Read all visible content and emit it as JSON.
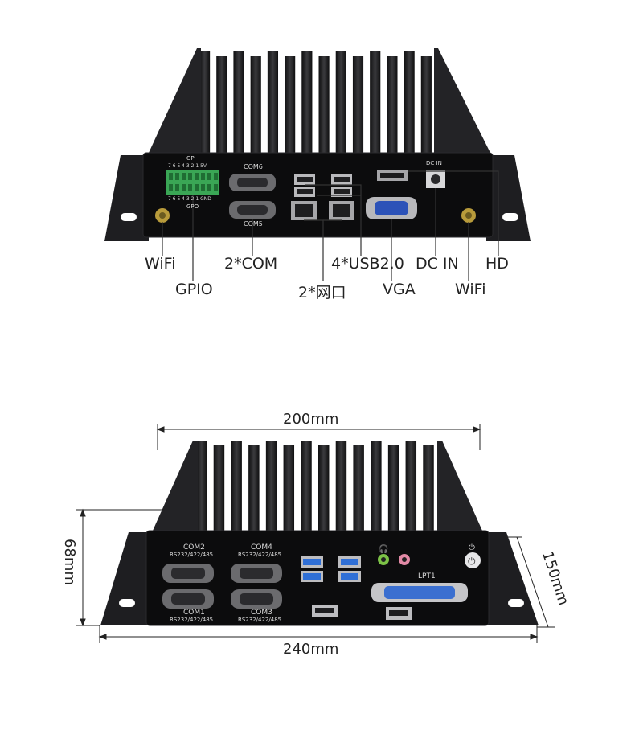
{
  "top_device": {
    "port_silkscreen": {
      "gpi": "GPI",
      "gpi_pins": "7 6 5 4 3 2 1 5V",
      "gpo_pins": "7 6 5 4 3 2 1 GND",
      "gpo": "GPO",
      "com6": "COM6",
      "com5": "COM5",
      "dc_in": "DC IN"
    },
    "callouts": {
      "wifi_left": "WiFi",
      "gpio": "GPIO",
      "com": "2*COM",
      "lan": "2*网口",
      "usb": "4*USB2.0",
      "vga": "VGA",
      "dc_in": "DC IN",
      "wifi_right": "WiFi",
      "hd": "HD"
    }
  },
  "bottom_device": {
    "port_silkscreen": {
      "com2": "COM2",
      "com2_sub": "RS232/422/485",
      "com4": "COM4",
      "com4_sub": "RS232/422/485",
      "com1": "COM1",
      "com1_sub": "RS232/422/485",
      "com3": "COM3",
      "com3_sub": "RS232/422/485",
      "lpt1": "LPT1"
    },
    "dimensions": {
      "width_top": "200mm",
      "width_bottom": "240mm",
      "height": "68mm",
      "depth": "150mm"
    }
  },
  "colors": {
    "chassis": "#1b1b1d",
    "panel": "#0d0d0e",
    "gpio_terminal": "#3aa655",
    "usb3_blue": "#2f6fd6",
    "vga_blue": "#2c52b8",
    "lpt_blue": "#3b6fd0",
    "callout_line": "#333333"
  }
}
